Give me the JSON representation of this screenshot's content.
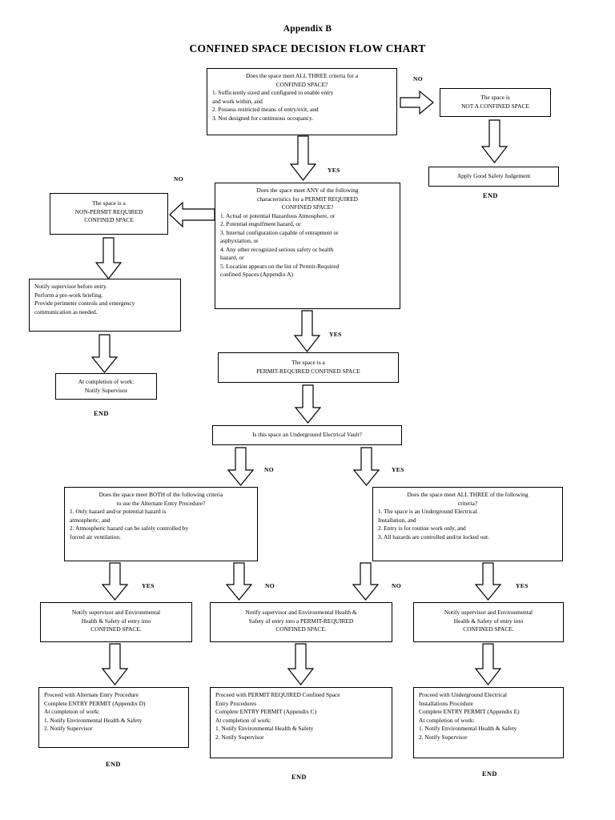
{
  "document": {
    "appendix_label": "Appendix B",
    "chart_title": "CONFINED SPACE DECISION FLOW CHART"
  },
  "nodes": {
    "d1": {
      "header_line1": "Does the space meet ALL THREE criteria for a",
      "header_line2": "CONFINED SPACE?",
      "items": [
        "1. Sufficiently sized and configured to enable entry",
        "and work within, and",
        "2. Possess restricted means of entry/exit, and",
        "3. Not designed for continuous occupancy."
      ]
    },
    "not_confined": {
      "line1": "The space is",
      "line2": "NOT A CONFINED SPACE"
    },
    "apply_judgement": {
      "line1": "Apply Good Safety Judgement"
    },
    "d2": {
      "header_line1": "Does the space meet ANY of the following",
      "header_line2": "characteristics for a PERMIT REQUIRED",
      "header_line3": "CONFINED SPACE?",
      "items": [
        "1. Actual or potential Hazardous Atmosphere, or",
        "2. Potential engulfment hazard, or",
        "3. Internal configuration capable of entrapment or",
        "asphyxiation, or",
        "4. Any other recognized serious safety or health",
        "hazard, or",
        "5. Location appears on the list of Permit-Required",
        "confined Spaces (Appendix A)"
      ]
    },
    "non_permit": {
      "line1": "The space is a",
      "line2": "NON-PERMIT REQUIRED",
      "line3": "CONFINED SPACE"
    },
    "notify_before_entry": {
      "lines": [
        "Notify supervisor before entry.",
        "Perform a pre-work briefing.",
        "Provide perimeter controls and emergency",
        "communication as needed."
      ]
    },
    "completion_notify": {
      "line1": "At completion of work:",
      "line2": "Notify Supervisor"
    },
    "permit_required_space": {
      "line1": "The space is a",
      "line2": "PERMIT-REQUIRED CONFINED SPACE"
    },
    "d3": {
      "line1": "Is this space an Underground Electrical Vault?"
    },
    "d4": {
      "header_line1": "Does the space meet BOTH of the following criteria",
      "header_line2": "to use the Alternate Entry Procedure?",
      "items": [
        "1. Only hazard and/or potential hazard is",
        "atmospheric, and",
        "2. Atmospheric hazard can be safely controlled by",
        "forced air ventilation."
      ]
    },
    "d5": {
      "header_line1": "Does the space meet ALL THREE of the following",
      "header_line2": "criteria?",
      "items": [
        "1. The space is an Underground Electrical",
        "Installation, and",
        "2. Entry is for routine work only, and",
        "3. All hazards are controlled and/or locked out."
      ]
    },
    "notify_left": {
      "lines": [
        "Notify supervisor and Environmental",
        "Health & Safety of entry into",
        "CONFINED SPACE."
      ]
    },
    "notify_center": {
      "lines": [
        "Notify supervisor and Environmental Health &",
        "Safety of entry into a PERMIT-REQUIRED",
        "CONFINED SPACE."
      ]
    },
    "notify_right": {
      "lines": [
        "Notify supervisor and Environmental",
        "Health & Safety of entry into",
        "CONFINED SPACE."
      ]
    },
    "proceed_left": {
      "lines": [
        "Proceed with Alternate Entry Procedure",
        "Complete ENTRY PERMIT (Appendix D)",
        "At completion of work:",
        "1. Notify Environmental Health & Safety",
        "2. Notify Supervisor"
      ]
    },
    "proceed_center": {
      "lines": [
        "Proceed with PERMIT REQUIRED Confined Space",
        "Entry Procedures",
        "Complete ENTRY PERMIT (Appendix C)",
        "At completion of work:",
        "1. Notify Environmental Health & Safety",
        "2. Notify Supervisor"
      ]
    },
    "proceed_right": {
      "lines": [
        "Proceed with Underground Electrical",
        "Installations Procedure",
        "Complete ENTRY PERMIT (Appendix E)",
        "At completion of work:",
        "1. Notify Environmental Health & Safety",
        "2. Notify Supervisor"
      ]
    }
  },
  "labels": {
    "no_d1": "NO",
    "yes_d1": "YES",
    "no_d2": "NO",
    "yes_d2": "YES",
    "no_d3": "NO",
    "yes_d3": "YES",
    "yes_d4": "YES",
    "no_d4": "NO",
    "no_d5": "NO",
    "yes_d5": "YES",
    "end_top_right": "END",
    "end_left_upper": "END",
    "end_bottom_left": "END",
    "end_bottom_center": "END",
    "end_bottom_right": "END"
  },
  "colors": {
    "stroke": "#000000",
    "fill": "#ffffff",
    "text": "#000000"
  }
}
